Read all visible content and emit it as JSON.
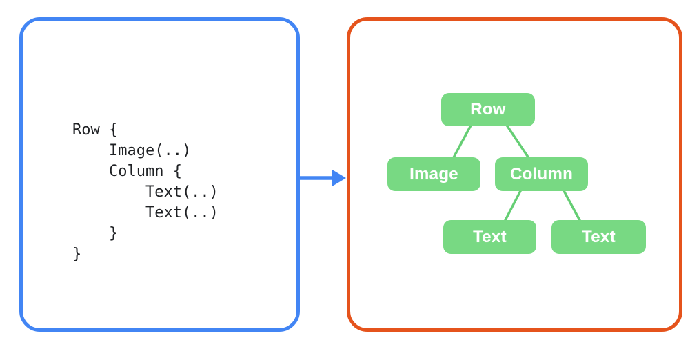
{
  "diagram": {
    "code_panel": {
      "border_color": "#4285F4",
      "code_text": "Row {\n    Image(..)\n    Column {\n        Text(..)\n        Text(..)\n    }\n}"
    },
    "arrow": {
      "color": "#4285F4",
      "direction": "right"
    },
    "tree_panel": {
      "border_color": "#E5531C",
      "node_fill_color": "#78D983",
      "node_text_color": "#FFFFFF",
      "edge_color": "#65CE74",
      "nodes": [
        {
          "id": "row",
          "label": "Row",
          "children": [
            "image",
            "column"
          ]
        },
        {
          "id": "image",
          "label": "Image",
          "children": []
        },
        {
          "id": "column",
          "label": "Column",
          "children": [
            "text-1",
            "text-2"
          ]
        },
        {
          "id": "text-1",
          "label": "Text",
          "children": []
        },
        {
          "id": "text-2",
          "label": "Text",
          "children": []
        }
      ]
    }
  }
}
